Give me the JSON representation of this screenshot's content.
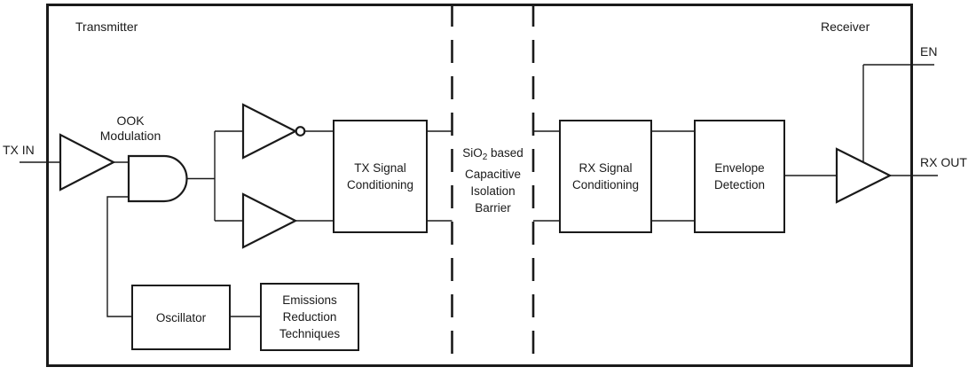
{
  "colors": {
    "line": "#1a1a1a",
    "background": "#ffffff"
  },
  "regions": {
    "transmitter": "Transmitter",
    "receiver": "Receiver"
  },
  "pins": {
    "tx_in": "TX IN",
    "en": "EN",
    "rx_out": "RX OUT"
  },
  "ook": {
    "line1": "OOK",
    "line2": "Modulation"
  },
  "barrier": {
    "line1_pre": "SiO",
    "line1_sub": "2",
    "line1_post": " based",
    "line2": "Capacitive",
    "line3": "Isolation",
    "line4": "Barrier"
  },
  "blocks": {
    "tx_signal": {
      "line1": "TX Signal",
      "line2": "Conditioning"
    },
    "rx_signal": {
      "line1": "RX Signal",
      "line2": "Conditioning"
    },
    "envelope": {
      "line1": "Envelope",
      "line2": "Detection"
    },
    "oscillator": {
      "line1": "Oscillator"
    },
    "emissions": {
      "line1": "Emissions",
      "line2": "Reduction",
      "line3": "Techniques"
    }
  },
  "symbols": {
    "input_buffer": "buffer-triangle",
    "and_gate": "AND-gate",
    "inverter": "inverting-buffer-with-bubble",
    "noninverting_buffer": "buffer-triangle",
    "output_buffer": "buffer-triangle",
    "isolation_barrier": "two-vertical-dashed-lines"
  }
}
